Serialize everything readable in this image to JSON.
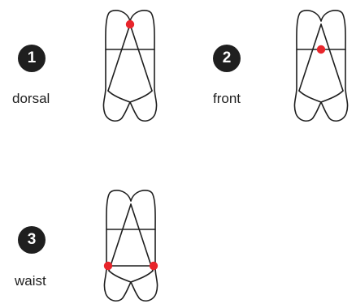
{
  "colors": {
    "dot": "#e8252b",
    "ink": "#1f1f1f",
    "badge_text": "#ffffff"
  },
  "steps": [
    {
      "number": "1",
      "label": "dorsal",
      "marker": "dorsal top point"
    },
    {
      "number": "2",
      "label": "front",
      "marker": "front center crossing"
    },
    {
      "number": "3",
      "label": "waist",
      "marker": "waist side points"
    }
  ]
}
